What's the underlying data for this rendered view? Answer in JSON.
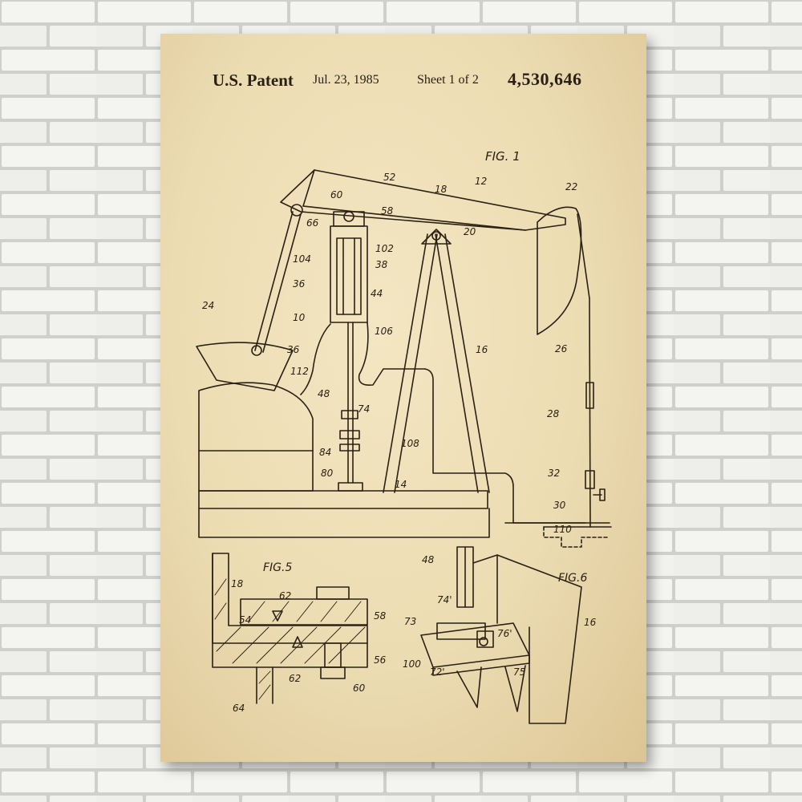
{
  "patent": {
    "title": "U.S. Patent",
    "date": "Jul. 23, 1985",
    "sheet": "Sheet 1 of 2",
    "number": "4,530,646"
  },
  "figures": {
    "fig1": "FIG. 1",
    "fig5": "FIG.5",
    "fig6": "FIG.6"
  },
  "labels": {
    "n52": "52",
    "n12": "12",
    "n60": "60",
    "n58": "58",
    "n18": "18",
    "n22": "22",
    "n66": "66",
    "n20": "20",
    "n102": "102",
    "n104": "104",
    "n38": "38",
    "n36a": "36",
    "n44": "44",
    "n24": "24",
    "n10": "10",
    "n106": "106",
    "n36b": "36",
    "n16": "16",
    "n26": "26",
    "n112": "112",
    "n48": "48",
    "n74": "74",
    "n28": "28",
    "n108": "108",
    "n84": "84",
    "n80": "80",
    "n14": "14",
    "n32": "32",
    "n30": "30",
    "n110": "110",
    "f5_18": "18",
    "f5_62a": "62",
    "f5_54": "54",
    "f5_58": "58",
    "f5_56": "56",
    "f5_62b": "62",
    "f5_60": "60",
    "f5_64": "64",
    "f6_48": "48",
    "f6_74": "74'",
    "f6_73": "73",
    "f6_76": "76'",
    "f6_100": "100",
    "f6_72": "72'",
    "f6_75": "75",
    "f6_16": "16"
  },
  "colors": {
    "paper": "#ecdcb2",
    "ink": "#2a2014",
    "brick": "#f4f4f1",
    "mortar": "#c9c9c5"
  }
}
